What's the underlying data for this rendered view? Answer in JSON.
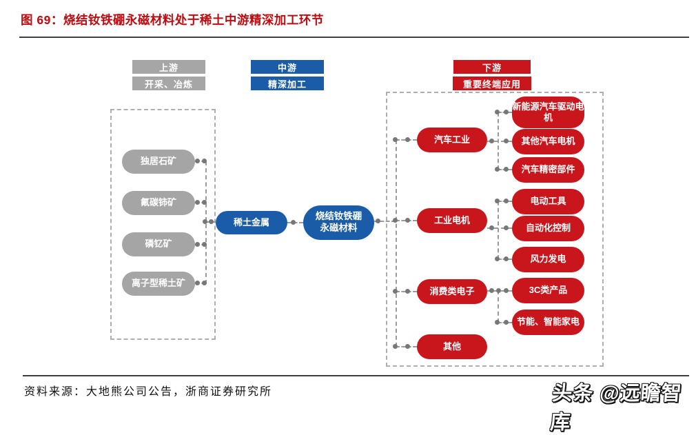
{
  "title": {
    "label": "图 69：烧结钕铁硼永磁材料处于稀土中游精深加工环节"
  },
  "headers": {
    "upstream": {
      "stage": "上游",
      "desc": "开采、冶炼"
    },
    "midstream": {
      "stage": "中游",
      "desc": "精深加工"
    },
    "downstream": {
      "stage": "下游",
      "desc": "重要终端应用"
    }
  },
  "upstream_ores": [
    "独居石矿",
    "氟碳铈矿",
    "磷钇矿",
    "离子型稀土矿"
  ],
  "midstream": {
    "metal": "稀土金属",
    "product_line1": "烧结钕铁硼",
    "product_line2": "永磁材料"
  },
  "downstream_groups": [
    {
      "category": "汽车工业",
      "items": [
        "新能源汽车驱动电机",
        "其他汽车电机",
        "汽车精密部件"
      ]
    },
    {
      "category": "工业电机",
      "items": [
        "电动工具",
        "自动化控制",
        "风力发电"
      ]
    },
    {
      "category": "消费类电子",
      "items": [
        "3C类产品",
        "节能、智能家电"
      ]
    },
    {
      "category": "其他",
      "items": []
    }
  ],
  "footer": {
    "source": "资料来源：大地熊公司公告，浙商证券研究所",
    "watermark": "头条 @远瞻智库"
  },
  "colors": {
    "red": "#C9161D",
    "blue": "#1A5CA8",
    "gray": "#A5A5A5",
    "title_red": "#C00A0F"
  }
}
